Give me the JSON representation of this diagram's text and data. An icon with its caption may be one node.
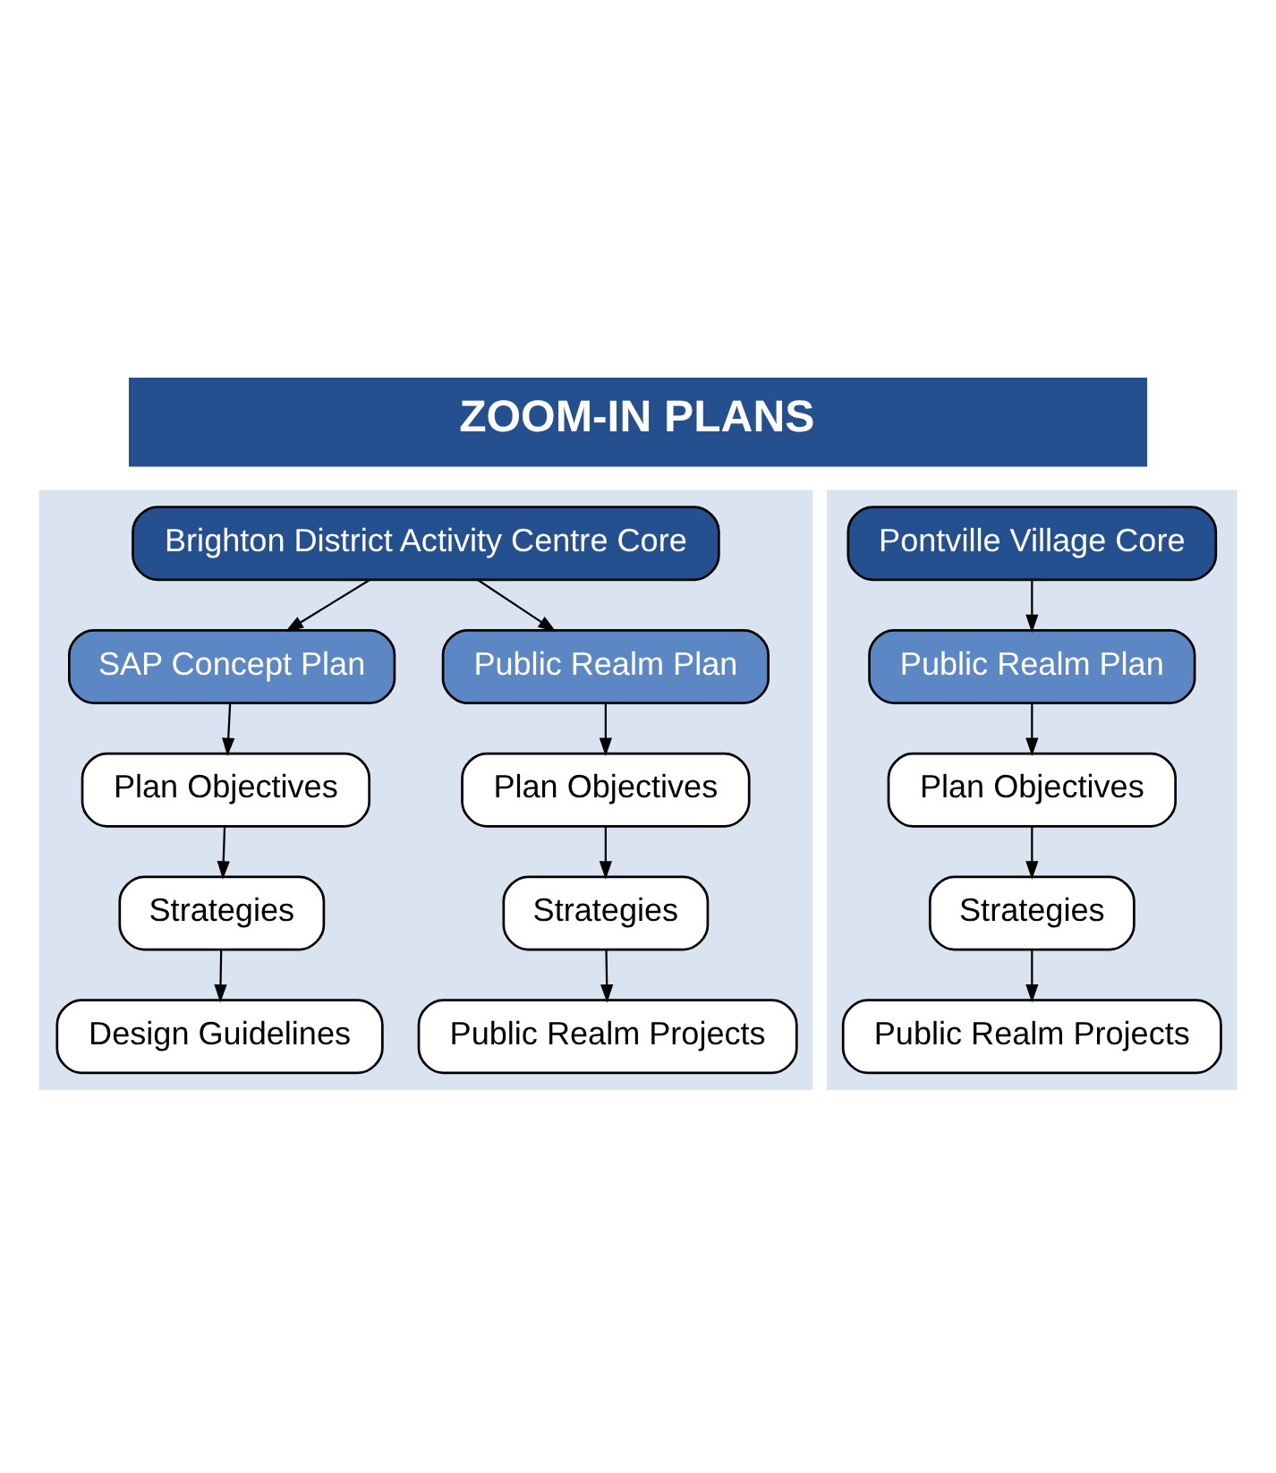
{
  "diagram": {
    "title": "ZOOM-IN PLANS",
    "nodes": [
      {
        "text": [],
        "shape": "box"
      },
      {
        "text": [
          "Brighton District Activity Centre Core"
        ],
        "in": 0
      },
      {
        "text": [
          "SAP Concept Plan"
        ],
        "in": 0
      },
      {
        "text": [
          "Public Realm Plan"
        ],
        "in": 0
      },
      {
        "text": [
          "Plan Objectives"
        ],
        "in": 0
      },
      {
        "text": [
          "Plan Objectives"
        ],
        "in": 0
      },
      {
        "text": [
          "Strategies"
        ],
        "in": 0
      },
      {
        "text": [
          "Strategies"
        ],
        "in": 0
      },
      {
        "text": [
          "Design Guidelines"
        ],
        "in": 0
      },
      {
        "text": [
          "Public Realm Projects"
        ],
        "in": 0
      },
      {
        "text": [],
        "shape": "box"
      },
      {
        "text": [
          "Pontville Village Core"
        ],
        "in": 10
      },
      {
        "text": [
          "Public Realm Plan"
        ],
        "in": 10
      },
      {
        "text": [
          "Plan Objectives"
        ],
        "in": 10
      },
      {
        "text": [
          "Strategies"
        ],
        "in": 10
      },
      {
        "text": [
          "Public Realm Projects"
        ],
        "in": 10
      }
    ],
    "edges": [
      {
        "from": 1,
        "to": 2,
        "arrow": "to"
      },
      {
        "from": 1,
        "to": 3,
        "arrow": "to"
      },
      {
        "from": 2,
        "to": 4,
        "arrow": "to"
      },
      {
        "from": 3,
        "to": 5,
        "arrow": "to"
      },
      {
        "from": 4,
        "to": 6,
        "arrow": "to"
      },
      {
        "from": 5,
        "to": 7,
        "arrow": "to"
      },
      {
        "from": 6,
        "to": 8,
        "arrow": "to"
      },
      {
        "from": 7,
        "to": 9,
        "arrow": "to"
      },
      {
        "from": 11,
        "to": 12,
        "arrow": "to"
      },
      {
        "from": 12,
        "to": 13,
        "arrow": "to"
      },
      {
        "from": 13,
        "to": 14,
        "arrow": "to"
      },
      {
        "from": 14,
        "to": 15,
        "arrow": "to"
      }
    ]
  }
}
